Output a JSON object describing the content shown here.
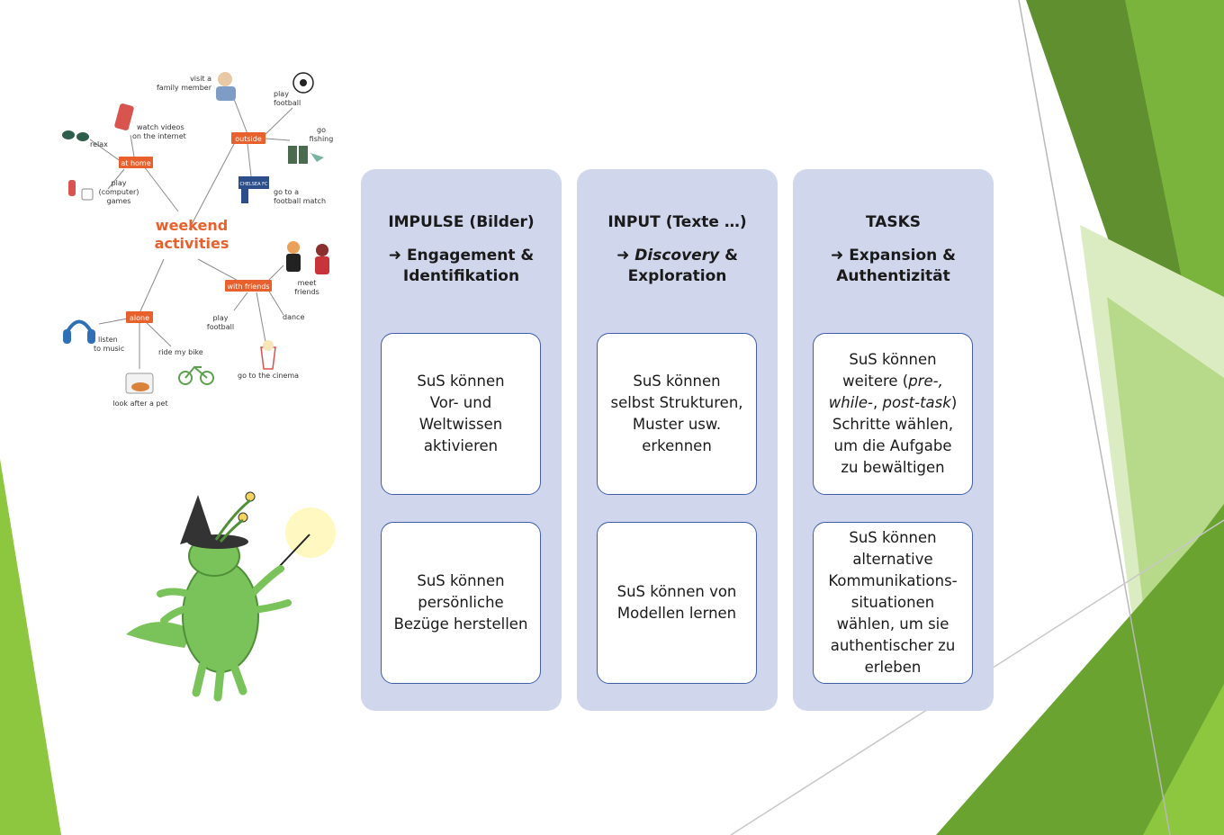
{
  "mindmap": {
    "center_line1": "weekend",
    "center_line2": "activities",
    "tags": {
      "home": "at home",
      "outside": "outside",
      "friends": "with friends",
      "alone": "alone"
    },
    "labels": {
      "visit1": "visit a",
      "visit2": "family member",
      "playfb1": "play",
      "playfb2": "football",
      "watch1": "watch videos",
      "watch2": "on the internet",
      "relax": "relax",
      "fish1": "go",
      "fish2": "fishing",
      "match1": "go to a",
      "match2": "football match",
      "pcg1": "play",
      "pcg2": "(computer)",
      "pcg3": "games",
      "meet1": "meet",
      "meet2": "friends",
      "dance": "dance",
      "playfb3": "play",
      "playfb4": "football",
      "listen1": "listen",
      "listen2": "to music",
      "bike": "ride my bike",
      "cinema": "go to the cinema",
      "pet": "look after a pet",
      "scarf": "CHELSEA FC"
    }
  },
  "columns": [
    {
      "head_line1": "IMPULSE (Bilder)",
      "arrow": "➜",
      "head_line2a": "Engagement &",
      "head_line2b": "Identifikation",
      "card1": [
        "SuS können",
        "Vor- und",
        "Weltwissen",
        "aktivieren"
      ],
      "card2": [
        "SuS können",
        "persönliche",
        "Bezüge herstellen"
      ]
    },
    {
      "head_line1": "INPUT (Texte …)",
      "arrow": "➜",
      "head_line2_em": "Discovery",
      "head_line2_rest": " &",
      "head_line2b": "Exploration",
      "card1": [
        "SuS können",
        "selbst Strukturen,",
        "Muster usw.",
        "erkennen"
      ],
      "card2": [
        "SuS können von",
        "Modellen lernen"
      ]
    },
    {
      "head_line1": "TASKS",
      "arrow": "➜",
      "head_line2a": "Expansion &",
      "head_line2b": "Authentizität",
      "card1_l1": "SuS können",
      "card1_l2a": "weitere (",
      "card1_l2em": "pre-,",
      "card1_l3em1": "while-",
      "card1_l3mid": ", ",
      "card1_l3em2": "post-task",
      "card1_l3end": ")",
      "card1_l4": "Schritte wählen,",
      "card1_l5": "um die Aufgabe",
      "card1_l6": "zu bewältigen",
      "card2": [
        "SuS können",
        "alternative",
        "Kommunikations-",
        "situationen",
        "wählen, um sie",
        "authentischer zu",
        "erleben"
      ]
    }
  ],
  "colors": {
    "green_dark": "#5f8f2f",
    "green_mid": "#7ab43c",
    "green_light": "#c9e29d",
    "accent_orange": "#e8602c",
    "panel": "#d0d6ec",
    "card_border": "#3e5dab"
  }
}
